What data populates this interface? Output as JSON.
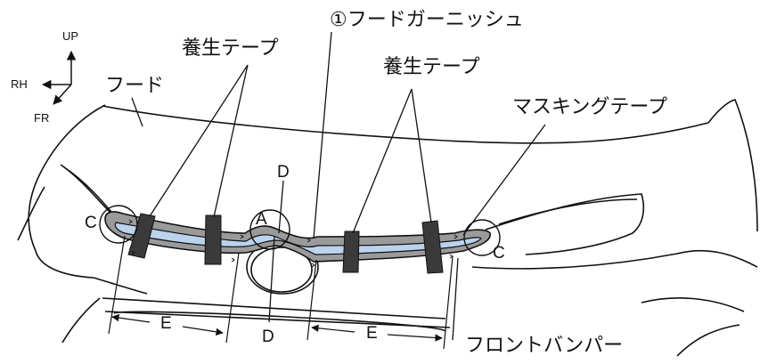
{
  "orientation": {
    "up": "UP",
    "rh": "RH",
    "fr": "FR"
  },
  "labels": {
    "hood": "フード",
    "protective_tape_left": "養生テープ",
    "protective_tape_right": "養生テープ",
    "garnish": "①フードガーニッシュ",
    "masking_tape": "マスキングテープ",
    "front_bumper": "フロントバンパー"
  },
  "markers": {
    "a": "A",
    "c_left": "C",
    "c_right": "C",
    "d_top": "D",
    "d_bottom": "D",
    "e_left": "E",
    "e_right": "E"
  },
  "colors": {
    "garnish_fill": "#bcd3ee",
    "garnish_band": "#9a9a9a",
    "tape": "#3a3a3a",
    "line": "#111111"
  }
}
